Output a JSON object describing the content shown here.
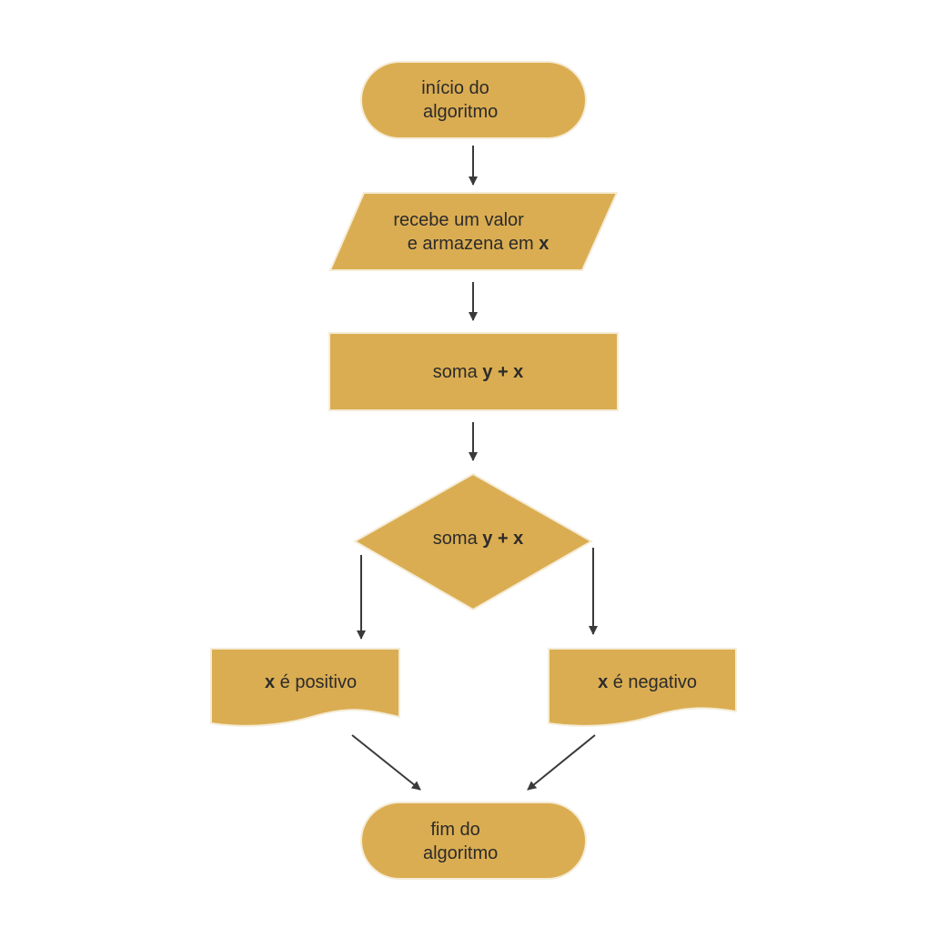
{
  "colors": {
    "node_fill": "#dbad52",
    "node_stroke": "#f4ecd6",
    "arrow": "#3a3a3a",
    "text": "#2b2b2b"
  },
  "nodes": {
    "start": {
      "shape": "terminator",
      "line1": "início do",
      "line2": "algoritmo"
    },
    "input": {
      "shape": "parallelogram",
      "line1": "recebe um valor",
      "line2_prefix": "e armazena em ",
      "line2_var": "x"
    },
    "process": {
      "shape": "rectangle",
      "prefix": "soma ",
      "expr": "y + x"
    },
    "decision": {
      "shape": "diamond",
      "prefix": "soma ",
      "expr": "y + x"
    },
    "positive": {
      "shape": "document",
      "var": "x",
      "suffix": " é positivo"
    },
    "negative": {
      "shape": "document",
      "var": "x",
      "suffix": " é negativo"
    },
    "end": {
      "shape": "terminator",
      "line1": "fim do",
      "line2": "algoritmo"
    }
  }
}
